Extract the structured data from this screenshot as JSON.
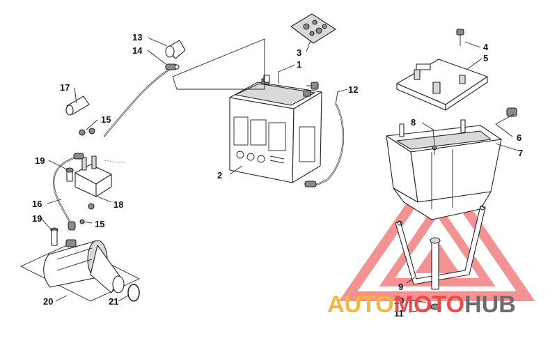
{
  "callouts": [
    {
      "id": "c1",
      "label": "1"
    },
    {
      "id": "c2",
      "label": "2"
    },
    {
      "id": "c3",
      "label": "3"
    },
    {
      "id": "c4",
      "label": "4"
    },
    {
      "id": "c5",
      "label": "5"
    },
    {
      "id": "c6",
      "label": "6"
    },
    {
      "id": "c7",
      "label": "7"
    },
    {
      "id": "c8",
      "label": "8"
    },
    {
      "id": "c9",
      "label": "9"
    },
    {
      "id": "c10",
      "label": "10"
    },
    {
      "id": "c11",
      "label": "11"
    },
    {
      "id": "c12",
      "label": "12"
    },
    {
      "id": "c13",
      "label": "13"
    },
    {
      "id": "c14",
      "label": "14"
    },
    {
      "id": "c15a",
      "label": "15"
    },
    {
      "id": "c15b",
      "label": "15"
    },
    {
      "id": "c16",
      "label": "16"
    },
    {
      "id": "c17",
      "label": "17"
    },
    {
      "id": "c18",
      "label": "18"
    },
    {
      "id": "c19a",
      "label": "19"
    },
    {
      "id": "c19b",
      "label": "19"
    },
    {
      "id": "c20",
      "label": "20"
    },
    {
      "id": "c21",
      "label": "21"
    }
  ],
  "watermark": {
    "part1": "AUTO",
    "part2": "MOTO",
    "part3": "HUB",
    "color_gold": "#f5b63a",
    "color_red": "#e94b4b",
    "color_grey": "#6b6b6b",
    "triangle_color": "#f08080"
  }
}
